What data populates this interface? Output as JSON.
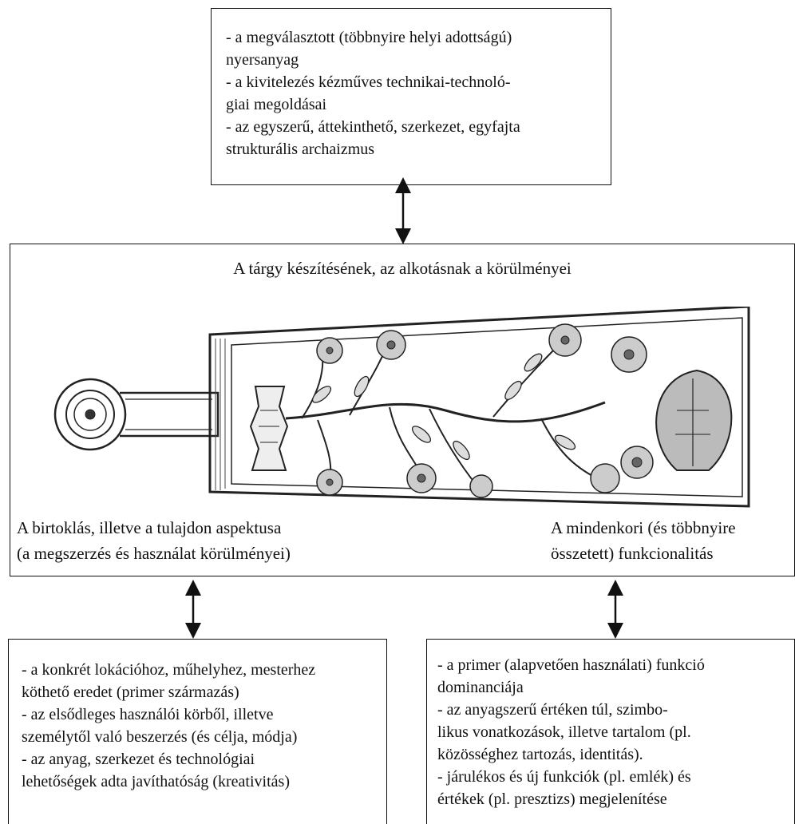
{
  "top_box": {
    "lines": [
      "- a megválasztott (többnyire helyi adottságú)",
      "nyersanyag",
      "- a kivitelezés kézműves technikai-technoló-",
      "giai megoldásai",
      "- az egyszerű, áttekinthető, szerkezet, egyfajta",
      "strukturális archaizmus"
    ]
  },
  "center_box": {
    "title": "A tárgy készítésének, az alkotásnak a körülményei",
    "left_label": [
      "A birtoklás, illetve a tulajdon aspektusa",
      "(a megszerzés és használat körülményei)"
    ],
    "right_label": [
      "A mindenkori (és többnyire",
      "összetett) funkcionalitás"
    ]
  },
  "bottom_left_box": {
    "lines": [
      "- a konkrét lokációhoz, műhelyhez, mesterhez",
      "köthető eredet (primer származás)",
      "- az elsődleges használói körből, illetve",
      "személytől való beszerzés (és célja, módja)",
      "- az anyag, szerkezet és technológiai",
      "lehetőségek adta javíthatóság (kreativitás)"
    ]
  },
  "bottom_right_box": {
    "lines": [
      "- a primer (alapvetően használati) funkció",
      "dominanciája",
      "- az anyagszerű értéken túl, szimbo-",
      "likus vonatkozások, illetve tartalom (pl.",
      "közösséghez tartozás, identitás).",
      "- járulékos és új funkciók (pl. emlék) és",
      "értékek (pl. presztizs) megjelenítése"
    ]
  }
}
